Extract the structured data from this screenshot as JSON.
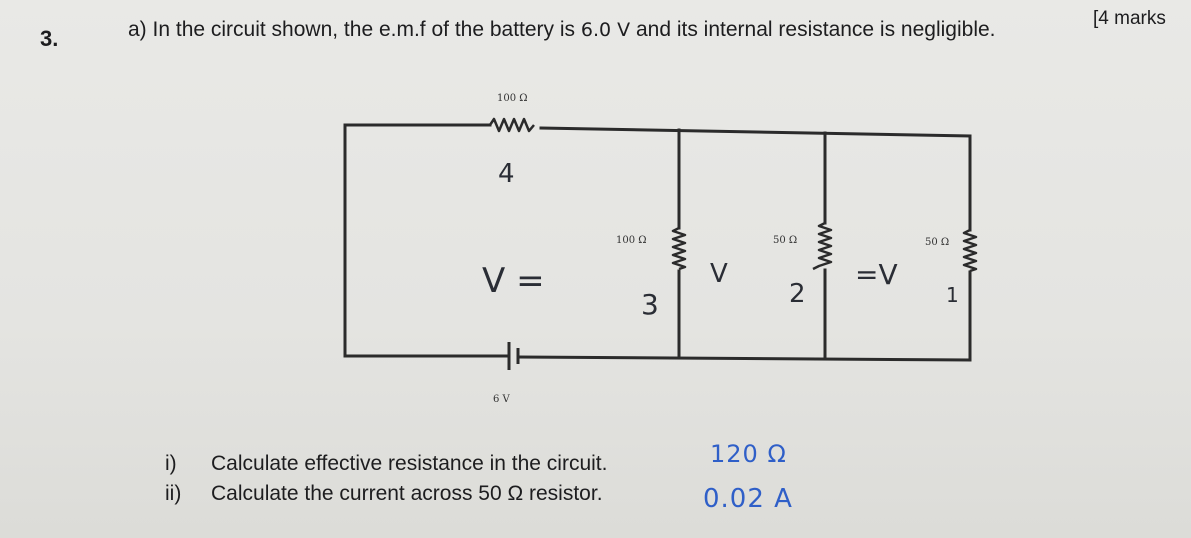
{
  "question": {
    "number": "3.",
    "marks": "[4 marks",
    "part_a_prefix": "a) In the circuit shown, the e.m.f of the battery is ",
    "part_a_emf": "6.0 V",
    "part_a_suffix": " and its internal resistance is negligible."
  },
  "circuit": {
    "top_resistor_label": "100 Ω",
    "branch1_label": "100 Ω",
    "branch2_label": "50 Ω",
    "branch3_label": "50 Ω",
    "battery_label": "6 V",
    "handwritten": {
      "top_current": "4",
      "left_note": "V =",
      "branch1_current": "3",
      "mid_v": "V",
      "branch2_current": "2",
      "right_note": "=V",
      "branch3_current": "1"
    }
  },
  "subquestions": [
    {
      "num": "i)",
      "text": "Calculate effective resistance in the circuit.",
      "answer": "120 Ω"
    },
    {
      "num": "ii)",
      "text": "Calculate the current across 50 Ω resistor.",
      "answer": "0.02 A"
    }
  ]
}
